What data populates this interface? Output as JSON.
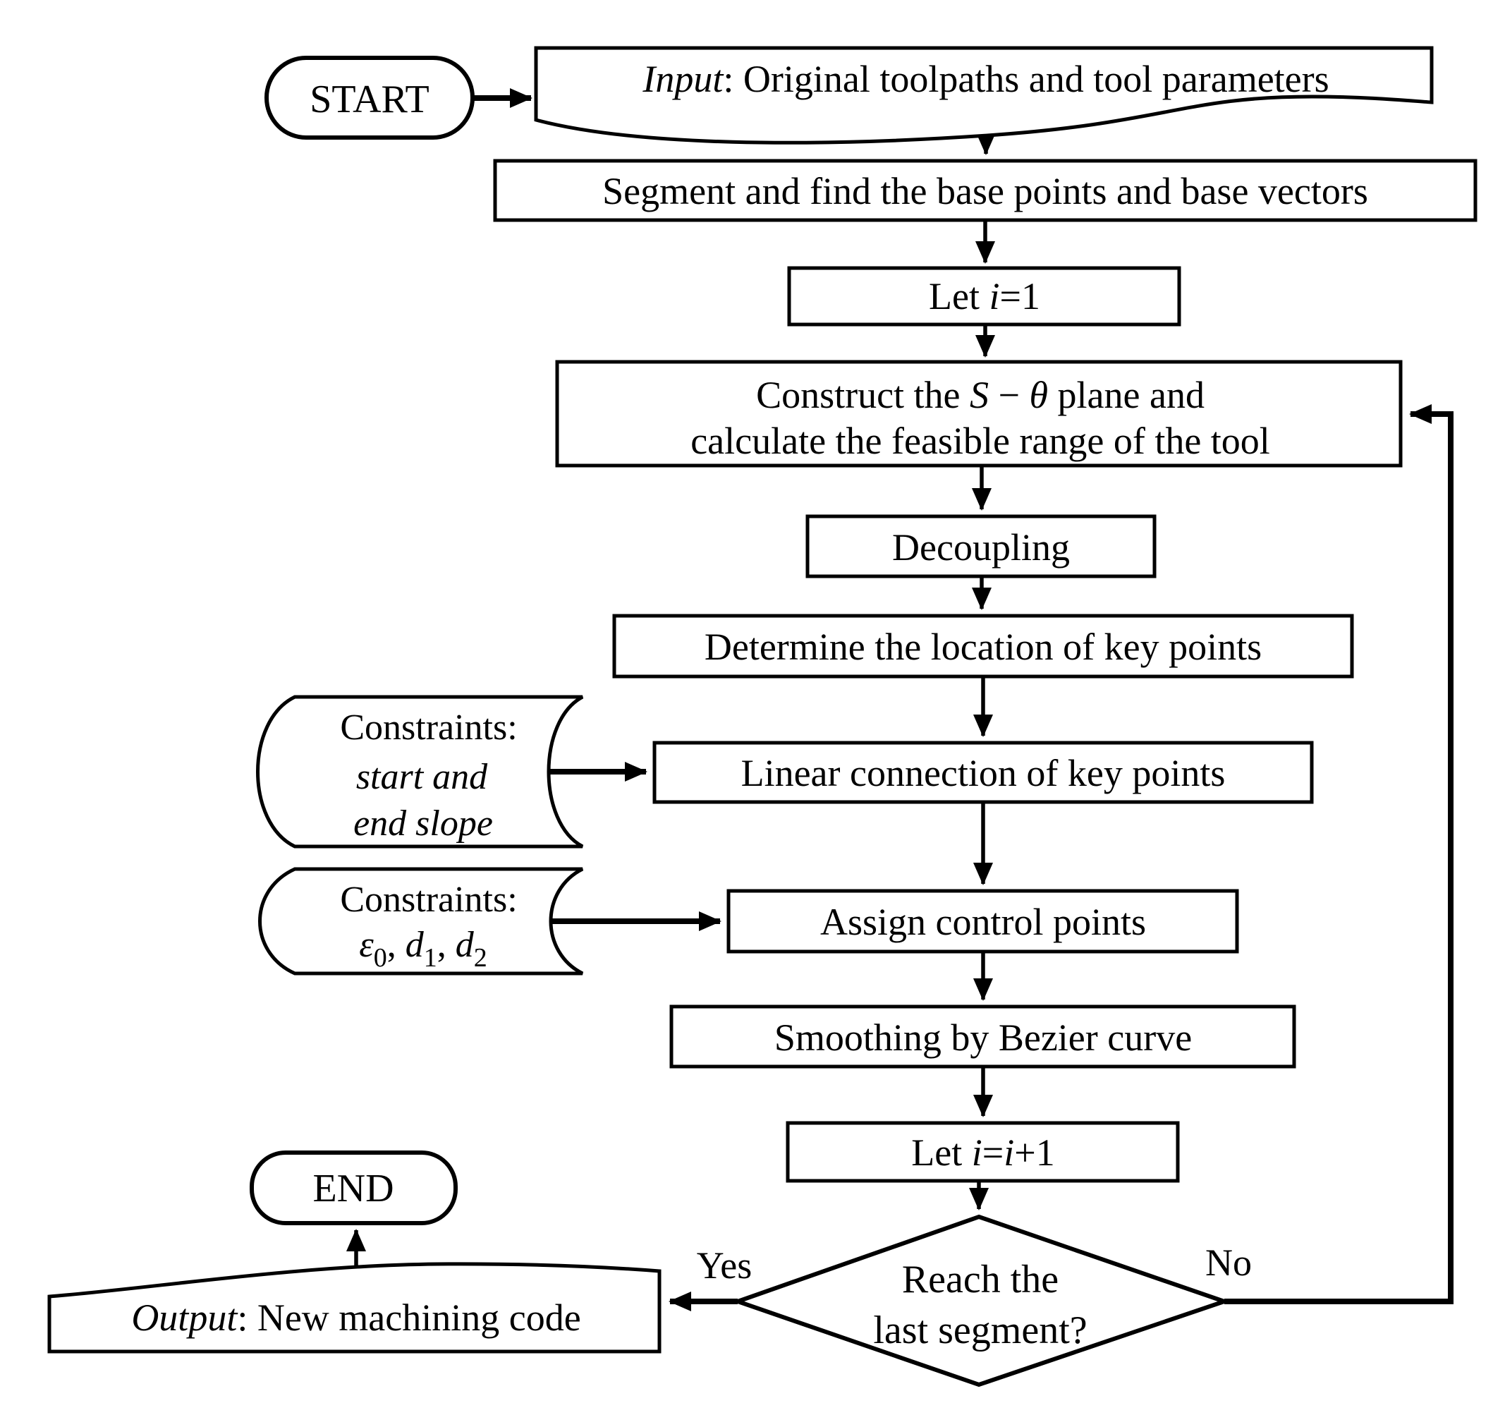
{
  "flowchart": {
    "start": {
      "label": "START"
    },
    "input": {
      "prefix": "Input",
      "rest": ": Original toolpaths and tool parameters"
    },
    "segment": {
      "label": "Segment and find the base points and base vectors"
    },
    "let_init": {
      "pre": "Let ",
      "var": "i",
      "post": "=1"
    },
    "construct": {
      "pre": "Construct the ",
      "s": "S",
      "mid": " − ",
      "theta": "θ",
      "post": " plane and",
      "line2": "calculate the feasible range of the tool"
    },
    "decoupling": {
      "label": "Decoupling"
    },
    "determine": {
      "label": "Determine the location of key points"
    },
    "constraints_slope": {
      "title": "Constraints:",
      "line2": "start and",
      "line3": "end slope"
    },
    "linear": {
      "label": "Linear connection of key points"
    },
    "constraints_cp": {
      "title": "Constraints:",
      "eps": "ε",
      "eps_sub": "0",
      "sep1": ",   ",
      "d1": "d",
      "d1_sub": "1",
      "sep2": ",   ",
      "d2": "d",
      "d2_sub": "2"
    },
    "assign": {
      "label": "Assign control points"
    },
    "smoothing": {
      "label": "Smoothing by Bezier curve"
    },
    "let_inc": {
      "pre": "Let ",
      "var1": "i",
      "eq": "=",
      "var2": "i",
      "post": "+1"
    },
    "decision": {
      "line1": "Reach the",
      "line2": "last segment?",
      "yes_label": "Yes",
      "no_label": "No"
    },
    "output": {
      "prefix": "Output",
      "rest": ": New machining code"
    },
    "end": {
      "label": "END"
    }
  },
  "colors": {
    "line": "#000000",
    "fill": "#ffffff",
    "text": "#000000"
  }
}
